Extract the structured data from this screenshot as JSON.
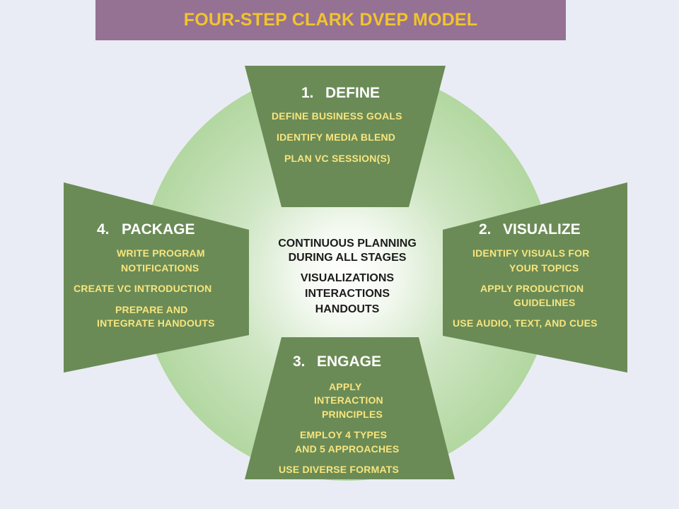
{
  "title": "FOUR-STEP CLARK DVEP MODEL",
  "colors": {
    "banner": "#957193",
    "title_text": "#f2c42c",
    "panel": "#6b8b56",
    "panel_heading": "#ffffff",
    "panel_items": "#f7e57e",
    "circle_outer": "#b2d7a0",
    "circle_center": "#ffffff",
    "page_background": "#e9ecf4",
    "center_text": "#1c1c1c"
  },
  "center": {
    "line1": "CONTINUOUS PLANNING",
    "line2": "DURING ALL STAGES",
    "line3": "VISUALIZATIONS",
    "line4": "INTERACTIONS",
    "line5": "HANDOUTS"
  },
  "steps": {
    "define": {
      "number": "1.",
      "heading": "DEFINE",
      "items": [
        "DEFINE BUSINESS GOALS",
        "IDENTIFY MEDIA BLEND",
        "PLAN VC SESSION(S)"
      ]
    },
    "visualize": {
      "number": "2.",
      "heading": "VISUALIZE",
      "items": [
        "IDENTIFY VISUALS FOR",
        "YOUR TOPICS",
        "APPLY PRODUCTION",
        "GUIDELINES",
        "USE AUDIO, TEXT, AND CUES"
      ]
    },
    "engage": {
      "number": "3.",
      "heading": "ENGAGE",
      "items": [
        "APPLY",
        "INTERACTION",
        "PRINCIPLES",
        "EMPLOY 4 TYPES",
        "AND 5 APPROACHES",
        "USE DIVERSE FORMATS"
      ]
    },
    "package": {
      "number": "4.",
      "heading": "PACKAGE",
      "items": [
        "WRITE PROGRAM",
        "NOTIFICATIONS",
        "CREATE VC INTRODUCTION",
        "PREPARE AND",
        "INTEGRATE HANDOUTS"
      ]
    }
  }
}
